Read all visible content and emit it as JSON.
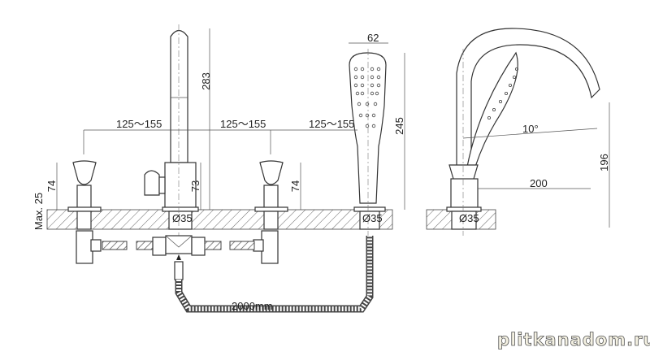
{
  "dimensions": {
    "spout_height": "283",
    "spacing_1": "125～155",
    "spacing_2": "125～155",
    "spacing_3": "125～155",
    "valve_height_left": "74",
    "valve_height_right": "74",
    "body_height": "73",
    "max_deck": "Max. 25",
    "hole_spout": "Ø35",
    "hole_shower": "Ø35",
    "hole_side": "Ø35",
    "shower_width": "62",
    "shower_height": "245",
    "angle": "10°",
    "reach": "200",
    "side_height": "196",
    "hose_length": "2000mm"
  },
  "watermark": "plitkanadom.ru"
}
